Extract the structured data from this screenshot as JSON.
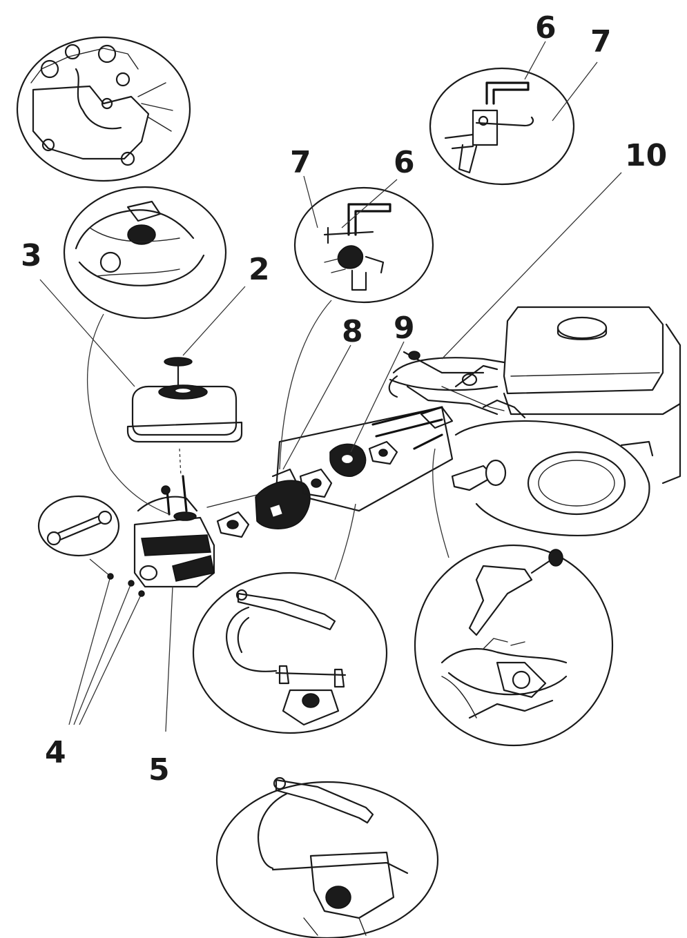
{
  "figure": {
    "callouts": [
      {
        "id": "c2",
        "text": "2"
      },
      {
        "id": "c3",
        "text": "3"
      },
      {
        "id": "c4",
        "text": "4"
      },
      {
        "id": "c5",
        "text": "5"
      },
      {
        "id": "c6a",
        "text": "6"
      },
      {
        "id": "c7a",
        "text": "7"
      },
      {
        "id": "c6b",
        "text": "6"
      },
      {
        "id": "c7b",
        "text": "7"
      },
      {
        "id": "c8",
        "text": "8"
      },
      {
        "id": "c9",
        "text": "9"
      },
      {
        "id": "c10",
        "text": "10"
      }
    ]
  }
}
